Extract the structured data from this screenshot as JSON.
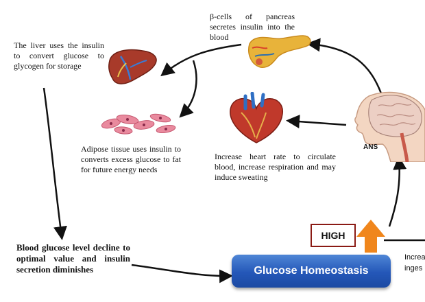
{
  "labels": {
    "beta_cells": "β-cells of pancreas secretes insulin into the blood",
    "liver": "The liver uses the insulin to convert glucose to glycogen for storage",
    "adipose": "Adipose tissue uses insulin to converts excess glucose to fat for future energy needs",
    "heart": "Increase heart rate to circulate blood, increase respiration and may induce sweating",
    "blood_glucose": "Blood glucose level decline to optimal value and insulin secretion diminishes",
    "ans": "ANS",
    "high": "HIGH",
    "glucose_homeostasis": "Glucose Homeostasis",
    "increase_line1": "Increa",
    "increase_line2": "inges"
  },
  "icons": [
    "pancreas-icon",
    "liver-icon",
    "adipose-tissue-icon",
    "heart-icon",
    "brain-icon",
    "up-arrow-icon"
  ],
  "colors": {
    "button_blue": "#2457b8",
    "high_border": "#8a1a14",
    "up_arrow": "#f0861c"
  }
}
